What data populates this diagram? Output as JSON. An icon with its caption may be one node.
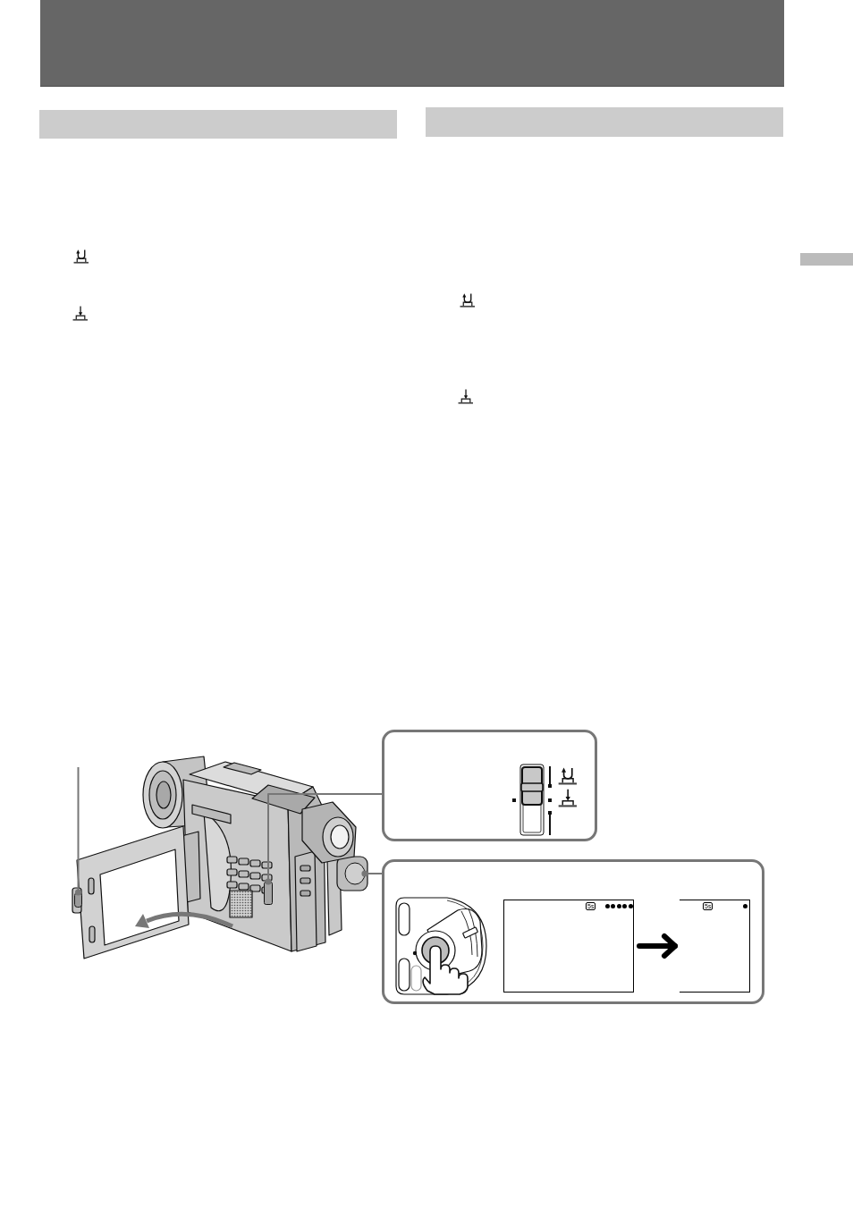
{
  "diagram": {
    "nodes": [
      {
        "text": [],
        "shape": "bar"
      },
      {
        "text": [],
        "shape": "bar"
      },
      {
        "text": [],
        "shape": "bar"
      },
      {
        "text": [],
        "shape": "bar"
      },
      {
        "text": [],
        "shape": "picture"
      },
      {
        "text": [],
        "shape": "box",
        "in": 4
      },
      {
        "text": [],
        "shape": "box",
        "in": 4
      },
      {
        "text": [],
        "shape": "circle",
        "in": 4
      },
      {
        "text": [],
        "shape": "box"
      },
      {
        "text": [],
        "shape": "box"
      },
      {
        "text": [],
        "shape": "box",
        "in": 9
      },
      {
        "text": [],
        "shape": "box",
        "in": 9
      }
    ],
    "edges": [
      {
        "from": 5,
        "to": null,
        "arrow": "other"
      },
      {
        "from": 6,
        "to": 8,
        "arrow": "other"
      },
      {
        "from": 7,
        "to": 9,
        "arrow": "other"
      },
      {
        "from": 10,
        "to": 11,
        "arrow": "to",
        "style": "thick",
        "color": "#000000"
      }
    ],
    "labels": [
      "5s",
      "5s"
    ]
  }
}
